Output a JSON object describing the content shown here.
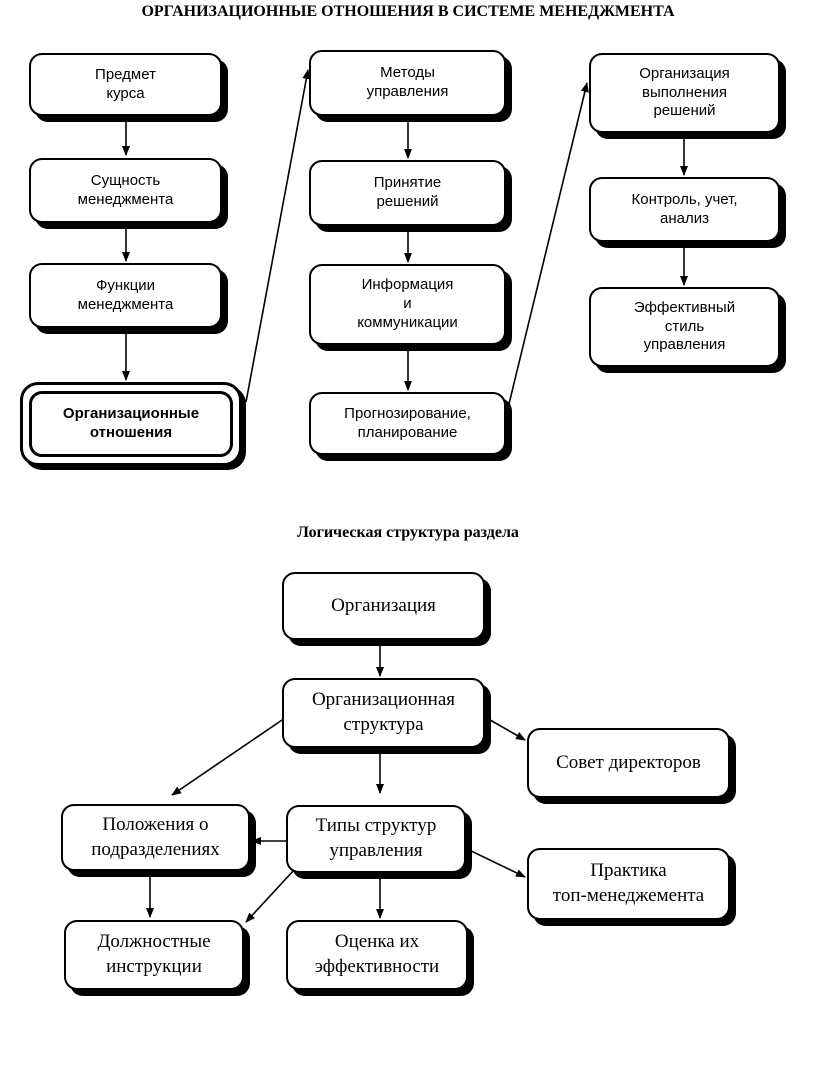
{
  "diagram1": {
    "title": "ОРГАНИЗАЦИОННЫЕ ОТНОШЕНИЯ В СИСТЕМЕ МЕНЕДЖМЕНТА",
    "col1": [
      "Предмет\nкурса",
      "Сущность\nменеджмента",
      "Функции\nменеджмента",
      "Организационные\nотношения"
    ],
    "col2": [
      "Методы\nуправления",
      "Принятие\nрешений",
      "Информация\nи\nкоммуникации",
      "Прогнозирование,\nпланирование"
    ],
    "col3": [
      "Организация\nвыполнения\nрешений",
      "Контроль, учет,\nанализ",
      "Эффективный\nстиль\nуправления"
    ]
  },
  "diagram2": {
    "title": "Логическая структура раздела",
    "organization": "Организация",
    "org_structure": "Организационная\nструктура",
    "board": "Совет директоров",
    "regulations": "Положения о\nподразделениях",
    "structure_types": "Типы структур\nуправления",
    "top_management": "Практика\nтоп-менеджемента",
    "job_descriptions": "Должностные\nинструкции",
    "efficiency": "Оценка их\nэффективности"
  }
}
